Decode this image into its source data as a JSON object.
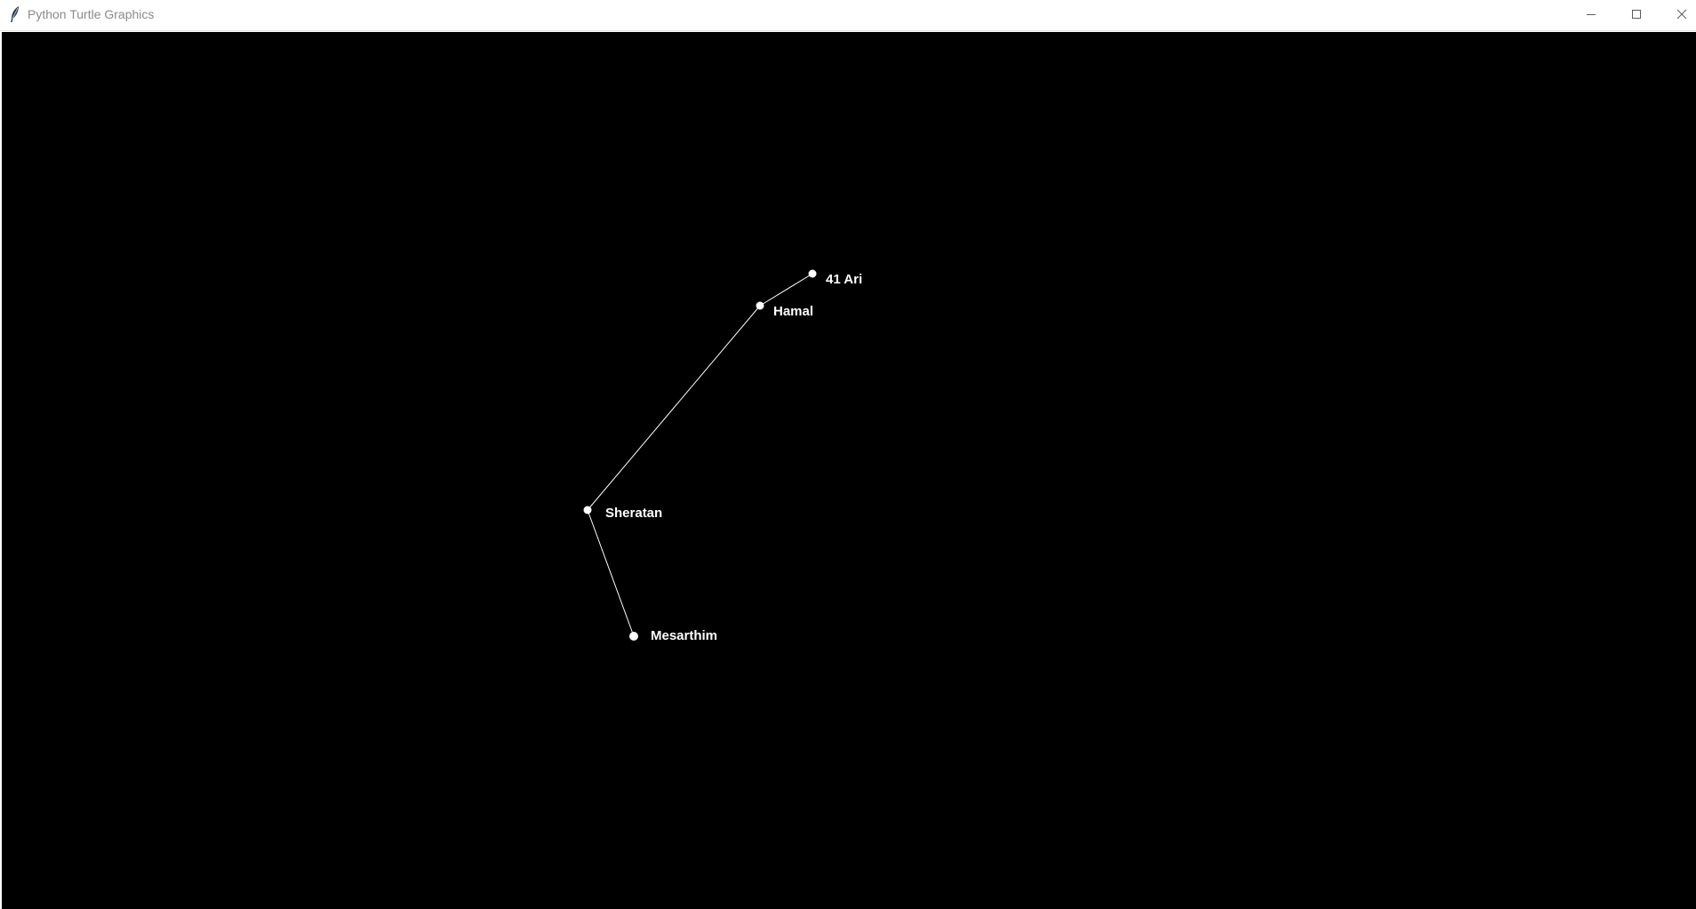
{
  "window": {
    "title": "Python Turtle Graphics",
    "icon": "feather-icon",
    "controls": {
      "minimize_icon": "minimize-icon",
      "maximize_icon": "maximize-icon",
      "close_icon": "close-icon"
    }
  },
  "canvas": {
    "background": "#000000",
    "line_color": "#ffffff",
    "star_color": "#ffffff",
    "stars": [
      {
        "name": "41 Ari"
      },
      {
        "name": "Hamal"
      },
      {
        "name": "Sheratan"
      },
      {
        "name": "Mesarthim"
      }
    ]
  }
}
